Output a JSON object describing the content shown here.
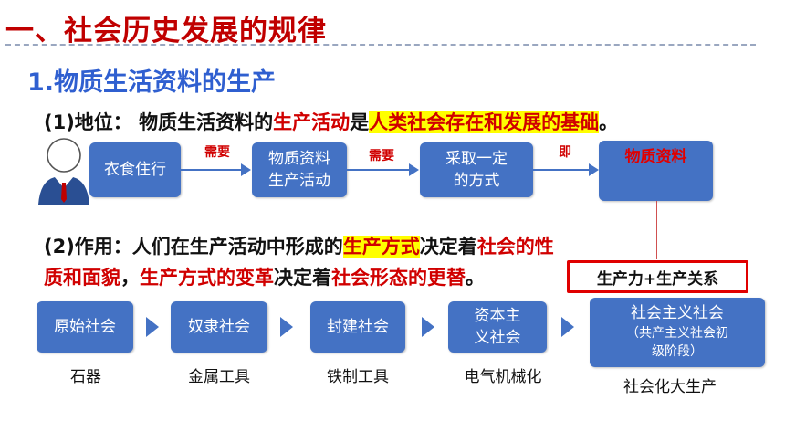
{
  "header": {
    "title": "一、社会历史发展的规律"
  },
  "section": {
    "heading": "1.物质生活资料的生产"
  },
  "position": {
    "prefix": "(1)地位：",
    "text1": "物质生活资料的",
    "red1": "生产活动",
    "text2": "是",
    "highlight": "人类社会存在和发展的基础",
    "end": "。"
  },
  "flow": {
    "box1": "衣食住行",
    "rel1": "需要",
    "box2_l1": "物质资料",
    "box2_l2": "生产活动",
    "rel2": "需要",
    "box3_l1": "采取一定",
    "box3_l2": "的方式",
    "rel3": "即",
    "box4": "物质资料"
  },
  "role": {
    "prefix": "(2)作用：人们在生产活动中形成的",
    "highlight": "生产方式",
    "mid": "决定着",
    "red1": "社会的性",
    "red2": "质和面貌",
    "sep": "，",
    "red3": "生产方式的变革",
    "mid2": "决定着",
    "red4": "社会形态的更替",
    "end": "。"
  },
  "callout": "生产力+生产关系",
  "societies": [
    {
      "label": "原始社会",
      "tool": "石器"
    },
    {
      "label": "奴隶社会",
      "tool": "金属工具"
    },
    {
      "label": "封建社会",
      "tool": "铁制工具"
    },
    {
      "label_l1": "资本主",
      "label_l2": "义社会",
      "tool": "电气机械化"
    },
    {
      "label": "社会主义社会",
      "note_l1": "（共产主义社会初",
      "note_l2": "级阶段）",
      "tool": "社会化大生产"
    }
  ],
  "colors": {
    "box": "#4472c4",
    "title": "#c00000",
    "heading": "#2f5fd0",
    "highlight": "#ffff00",
    "emphasis": "#d00000"
  }
}
